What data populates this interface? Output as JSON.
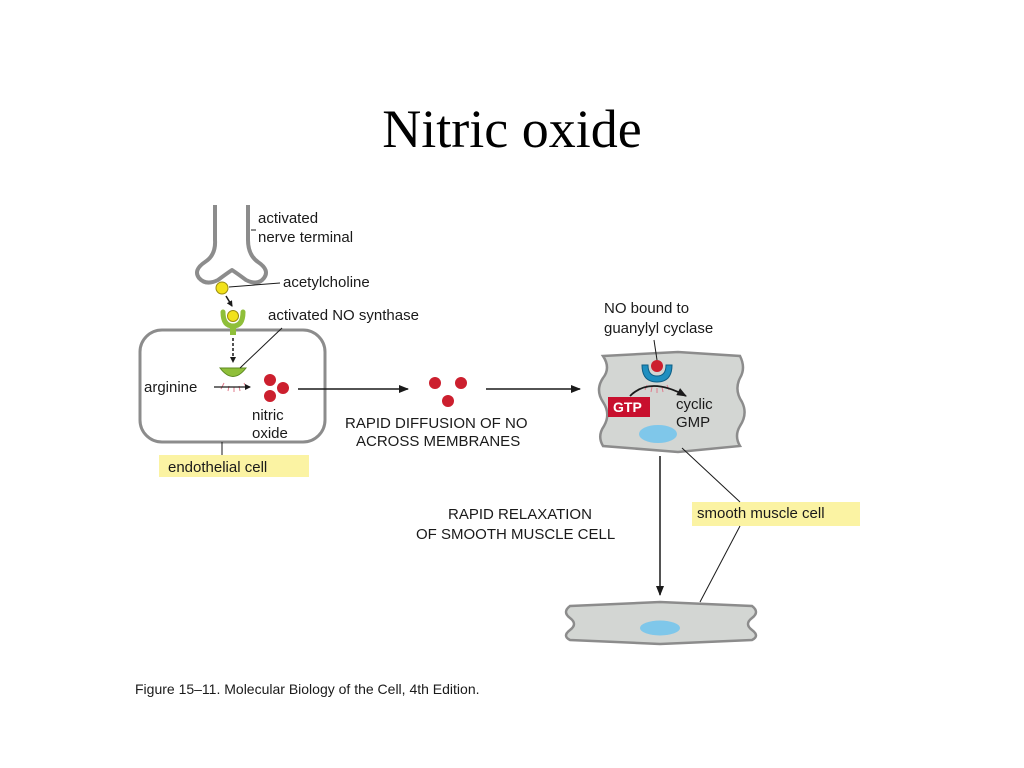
{
  "slide": {
    "title": "Nitric oxide"
  },
  "figure": {
    "labels": {
      "nerve_terminal_line1": "activated",
      "nerve_terminal_line2": "nerve terminal",
      "acetylcholine": "acetylcholine",
      "no_synthase": "activated NO synthase",
      "arginine": "arginine",
      "nitric_oxide_line1": "nitric",
      "nitric_oxide_line2": "oxide",
      "endothelial_cell": "endothelial cell",
      "diffusion_line1": "RAPID DIFFUSION OF NO",
      "diffusion_line2": "ACROSS MEMBRANES",
      "no_bound_line1": "NO bound to",
      "no_bound_line2": "guanylyl cyclase",
      "gtp": "GTP",
      "cyclic_gmp_line1": "cyclic",
      "cyclic_gmp_line2": "GMP",
      "relaxation_line1": "RAPID RELAXATION",
      "relaxation_line2": "OF SMOOTH MUSCLE CELL",
      "smooth_muscle_cell": "smooth muscle cell"
    },
    "caption": "Figure 15–11. Molecular Biology of the Cell, 4th Edition."
  },
  "colors": {
    "cell_fill": "#d3d6d3",
    "cell_outline": "#8c8c8c",
    "nucleus": "#7fc7ea",
    "nitric_oxide": "#cc1f2e",
    "acetylcholine": "#f2e21a",
    "receptor": "#8fbf3a",
    "enzyme": "#1f8fc0",
    "gtp_box": "#c8102e",
    "label_highlight": "#fbf3a3",
    "arrow": "#1a1a1a"
  }
}
